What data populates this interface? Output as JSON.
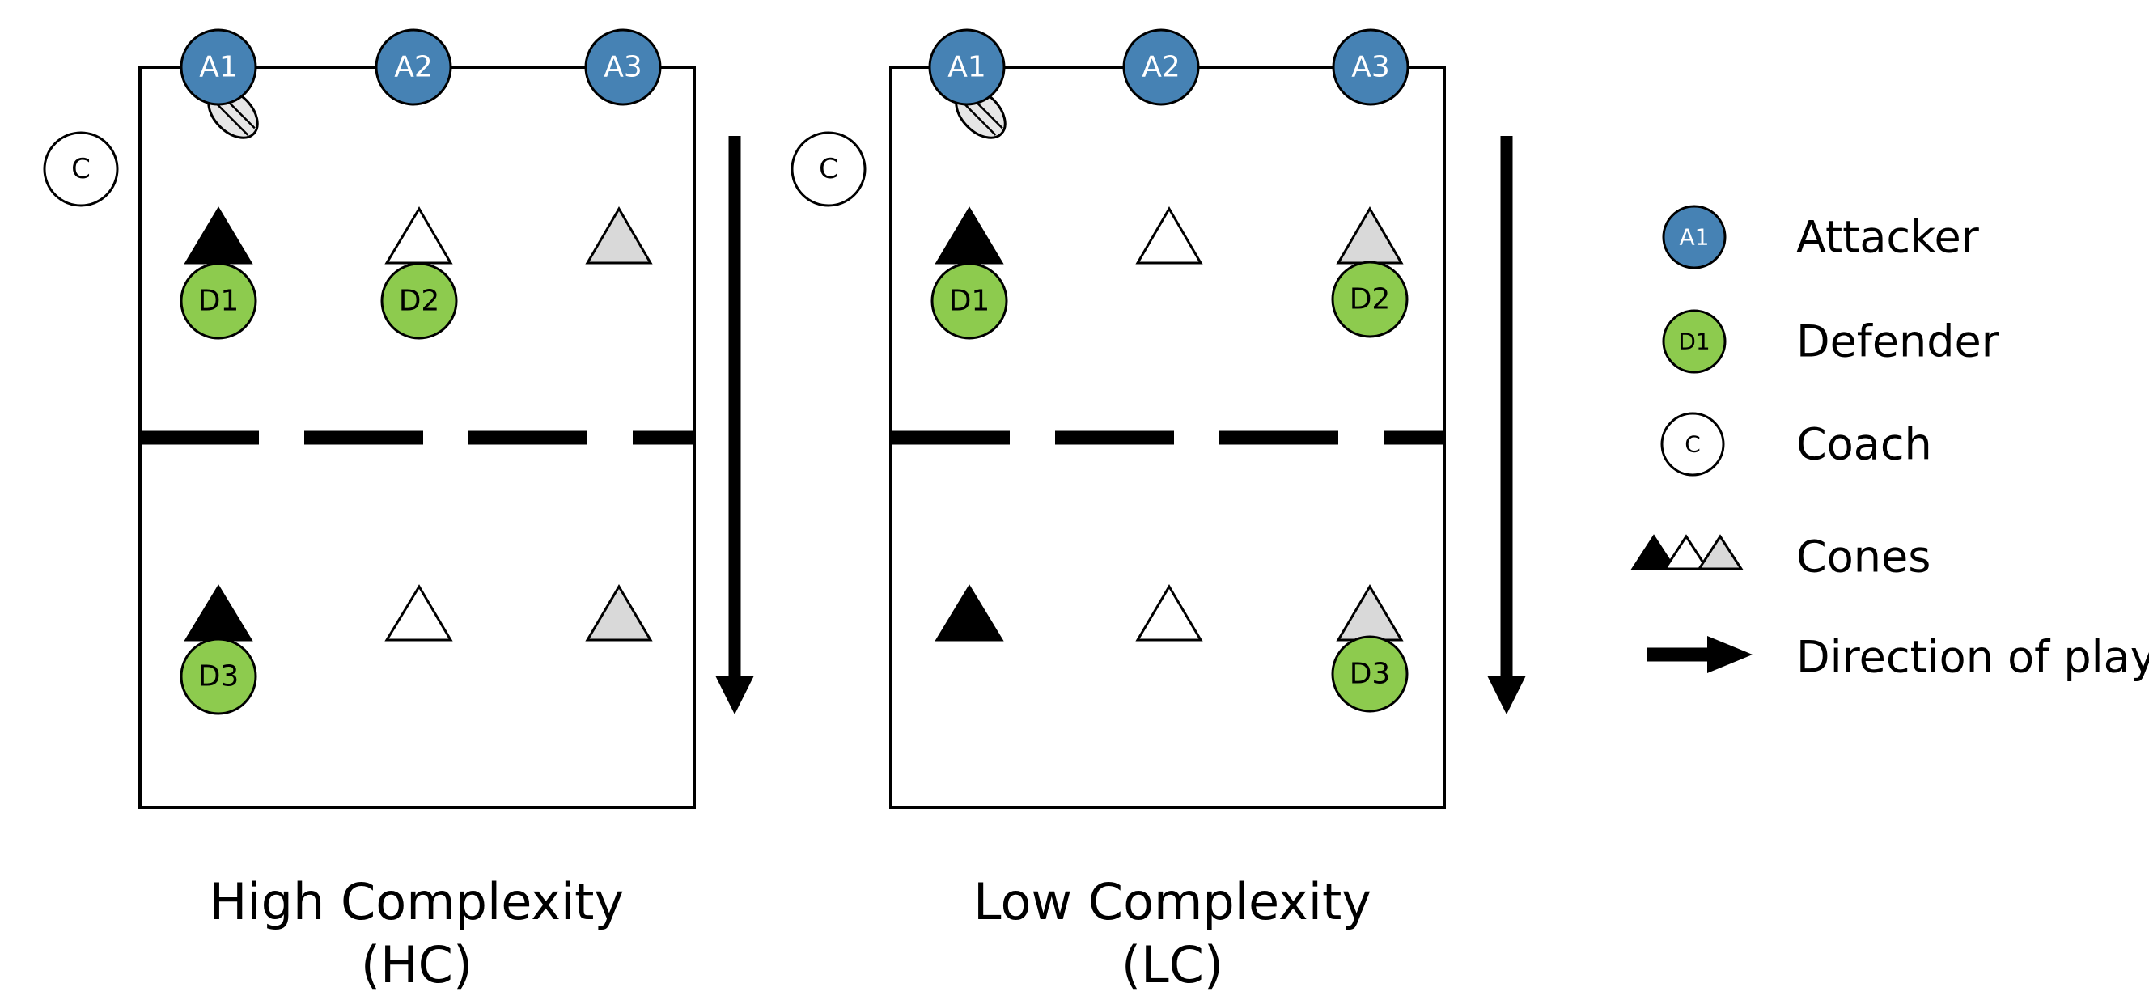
{
  "colors": {
    "attacker": "#4682B4",
    "defender": "#8DCB4E",
    "coach": "#FFFFFF",
    "cone_black": "#000000",
    "cone_white": "#FFFFFF",
    "cone_grey": "#D9D9D9",
    "line": "#000000"
  },
  "diagrams": [
    {
      "caption_line1": "High Complexity",
      "caption_line2": "(HC)",
      "coach": "C",
      "attackers": [
        "A1",
        "A2",
        "A3"
      ],
      "defenders": [
        "D1",
        "D2",
        "D3"
      ]
    },
    {
      "caption_line1": "Low Complexity",
      "caption_line2": "(LC)",
      "coach": "C",
      "attackers": [
        "A1",
        "A2",
        "A3"
      ],
      "defenders": [
        "D1",
        "D2",
        "D3"
      ]
    }
  ],
  "legend": {
    "attacker": {
      "icon": "A1",
      "label": "Attacker"
    },
    "defender": {
      "icon": "D1",
      "label": "Defender"
    },
    "coach": {
      "icon": "C",
      "label": "Coach"
    },
    "cones": {
      "label": "Cones"
    },
    "direction": {
      "label": "Direction of play"
    }
  }
}
